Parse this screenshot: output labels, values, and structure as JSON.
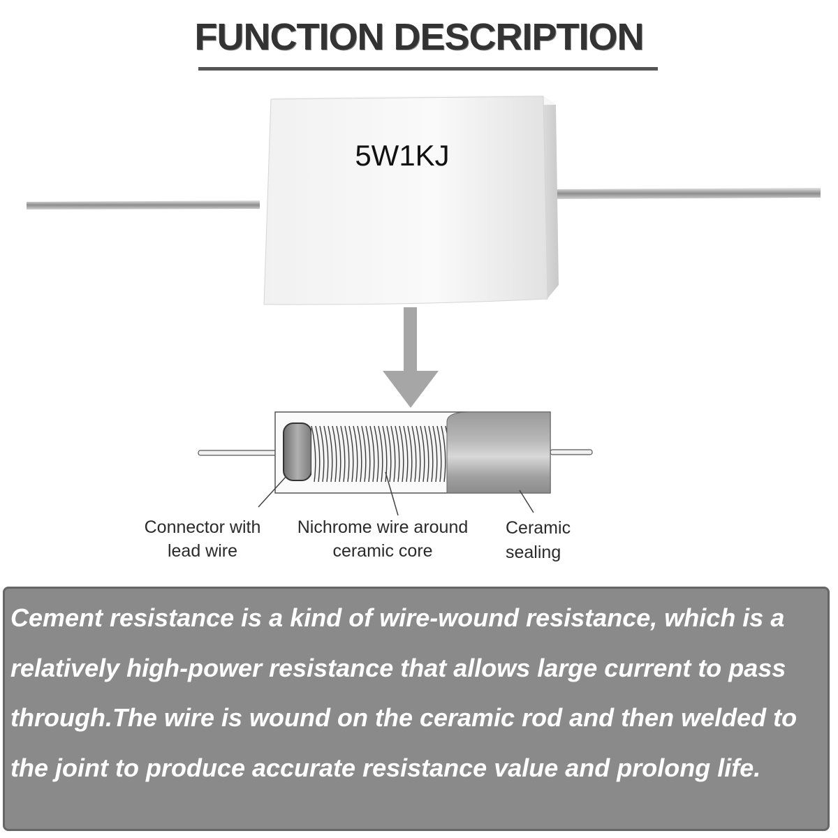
{
  "title": "FUNCTION DESCRIPTION",
  "resistor_marking": "5W1KJ",
  "labels": {
    "connector": [
      "Connector with",
      "lead wire"
    ],
    "nichrome": [
      "Nichrome wire around",
      "ceramic core"
    ],
    "ceramic": [
      "Ceramic",
      "sealing"
    ]
  },
  "description": "Cement resistance is a kind of wire-wound resistance, which is a relatively high-power resistance that allows large current to pass through.The wire is wound on the ceramic rod and then welded to the joint to produce accurate resistance value and prolong life.",
  "colors": {
    "box_fill": "#8a8a8a",
    "arrow": "#a6a6a6",
    "text_on_box": "#ffffff"
  }
}
